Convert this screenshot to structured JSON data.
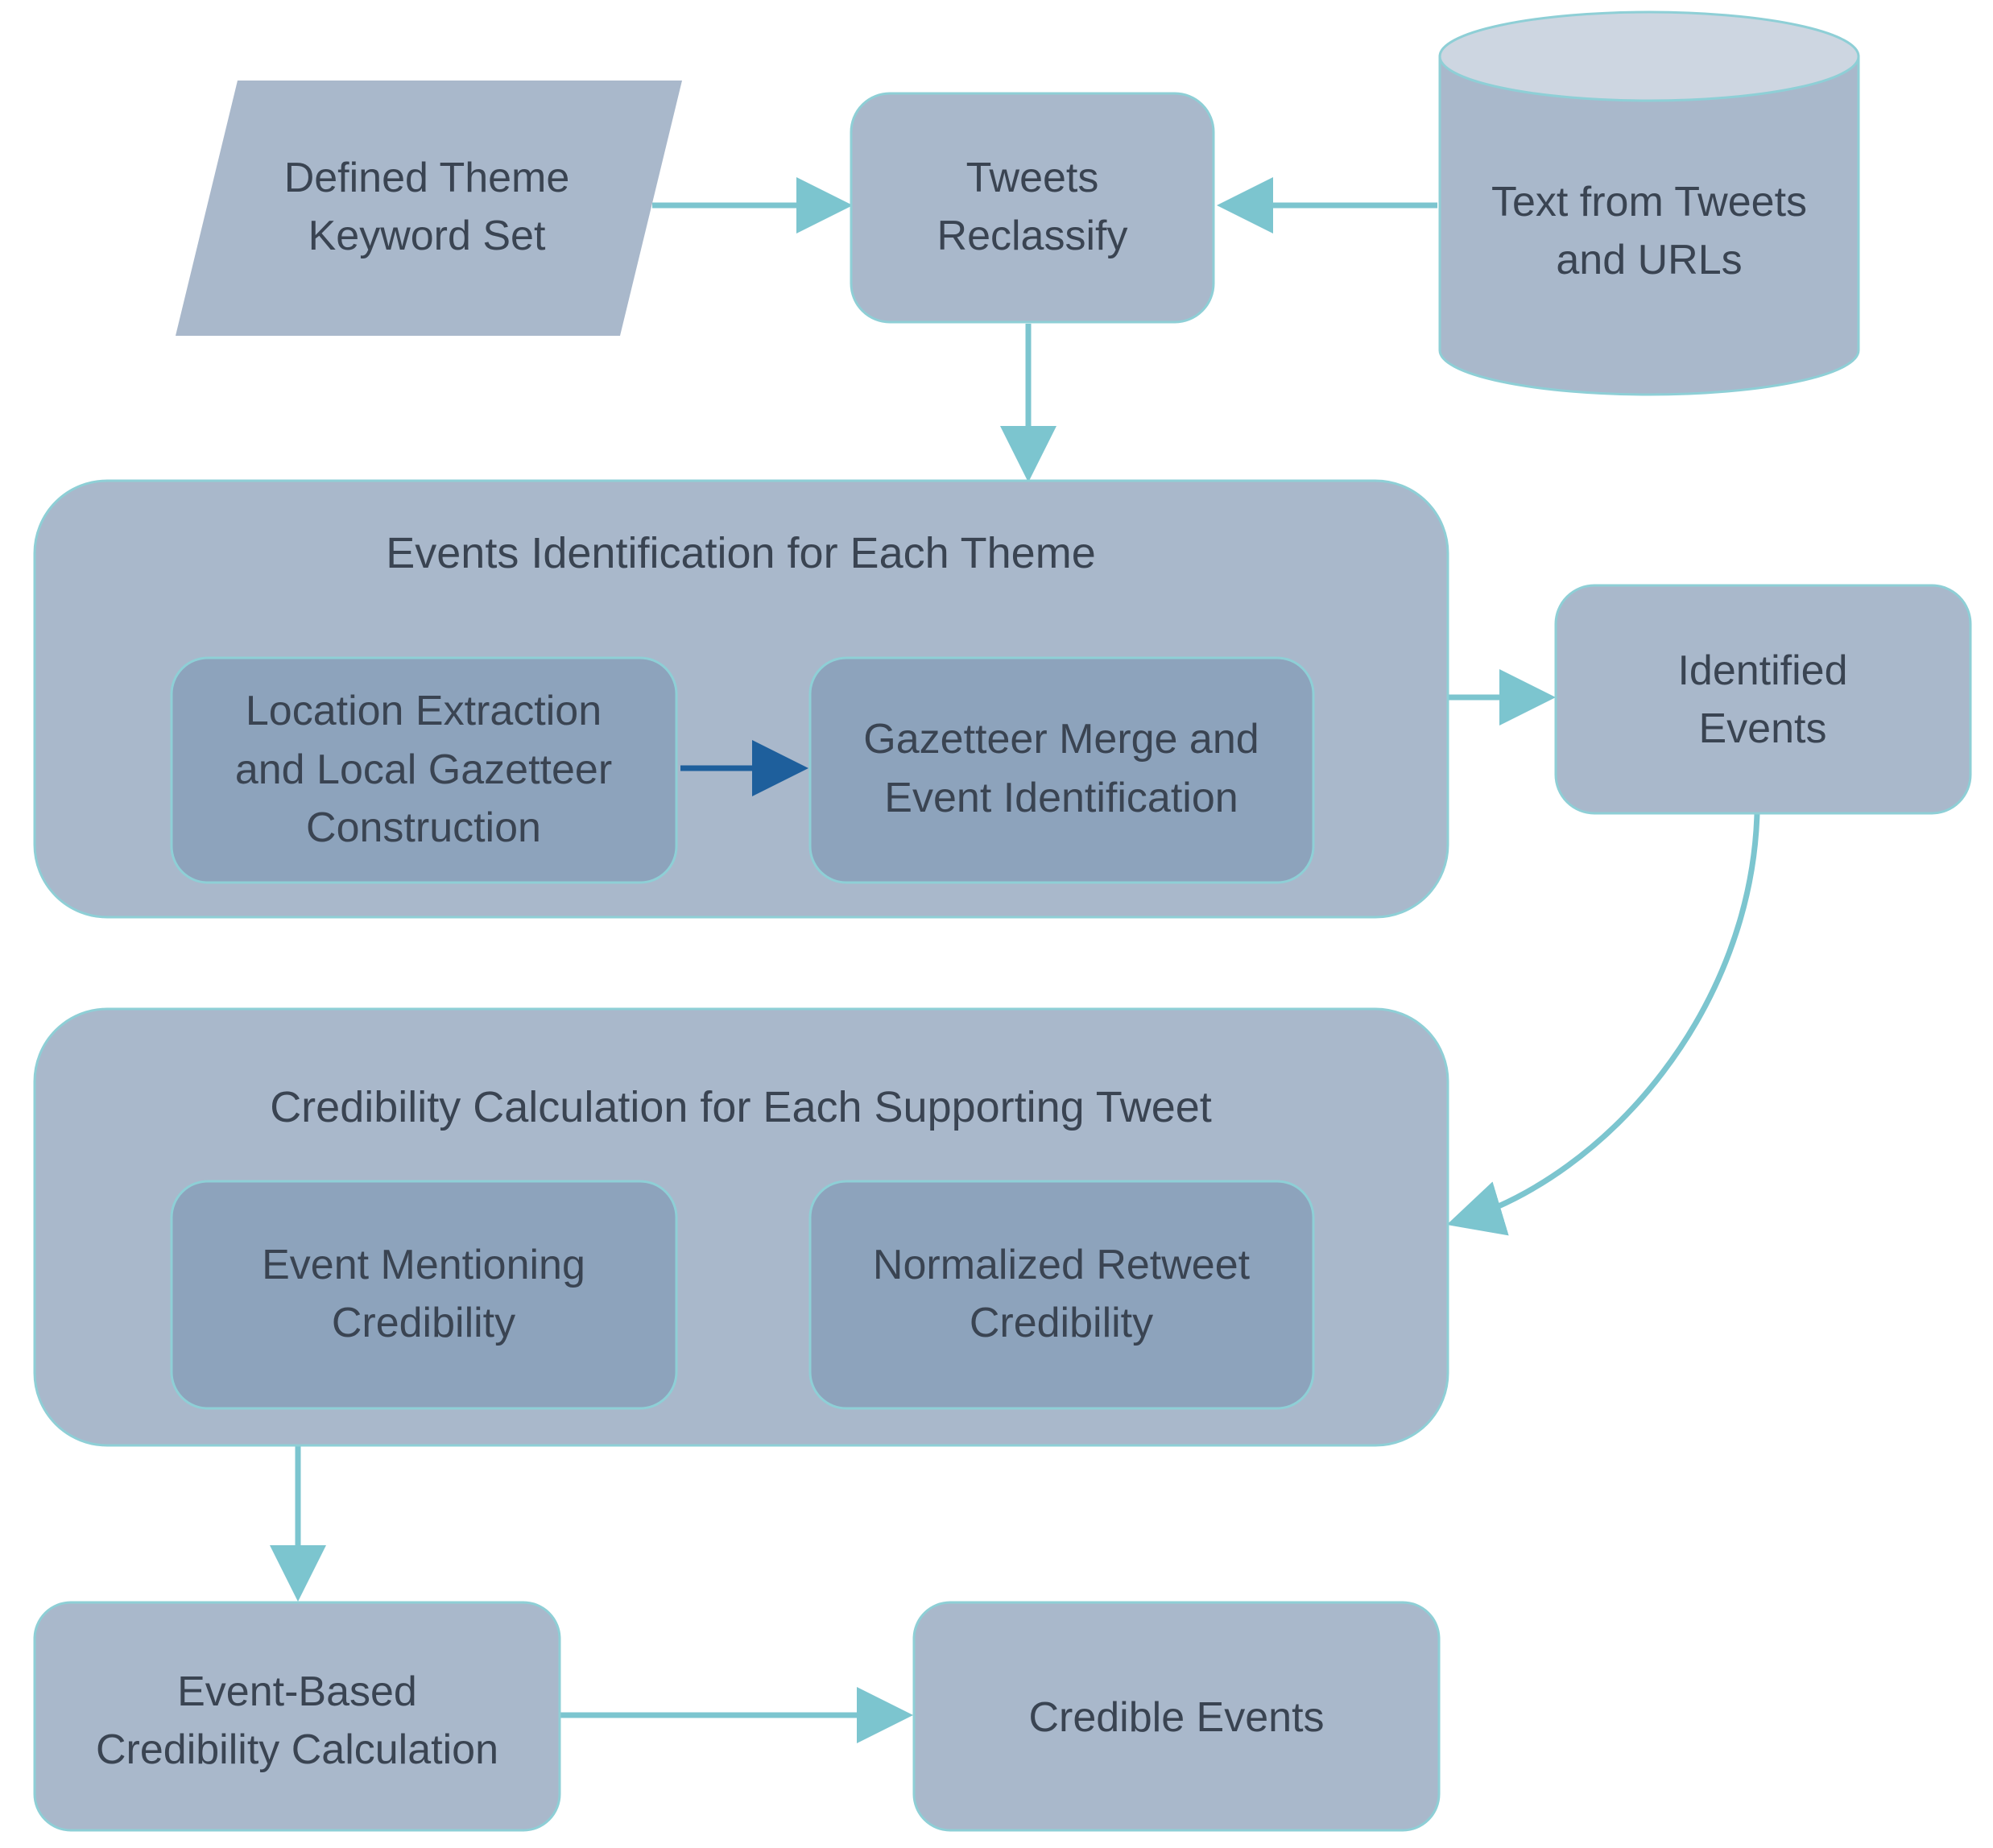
{
  "colors": {
    "node_fill": "#a9b8cb",
    "inner_fill": "#8da3bc",
    "node_stroke": "#8ecfd6",
    "connector": "#7cc5cf",
    "inner_arrow": "#1e5f9c",
    "cylinder_top": "#cdd6e1",
    "text": "#3a4452"
  },
  "nodes": {
    "keyword_set": {
      "line1": "Defined Theme",
      "line2": "Keyword Set",
      "shape": "parallelogram"
    },
    "tweets_reclassify": {
      "line1": "Tweets",
      "line2": "Reclassify",
      "shape": "rounded-rectangle"
    },
    "text_source": {
      "line1": "Text from Tweets",
      "line2": "and URLs",
      "shape": "cylinder"
    },
    "events_identification": {
      "title": "Events Identification for Each Theme",
      "location_extraction": {
        "line1": "Location Extraction",
        "line2": "and Local Gazetteer",
        "line3": "Construction"
      },
      "gazetteer_merge": {
        "line1": "Gazetteer Merge and",
        "line2": "Event Identification"
      }
    },
    "identified_events": {
      "line1": "Identified",
      "line2": "Events"
    },
    "credibility_calculation": {
      "title": "Credibility Calculation for Each Supporting Tweet",
      "event_mentioning": {
        "line1": "Event Mentioning",
        "line2": "Credibility"
      },
      "normalized_retweet": {
        "line1": "Normalized Retweet",
        "line2": "Credibility"
      }
    },
    "event_based": {
      "line1": "Event-Based",
      "line2": "Credibility Calculation"
    },
    "credible_events": {
      "line1": "Credible Events"
    }
  }
}
